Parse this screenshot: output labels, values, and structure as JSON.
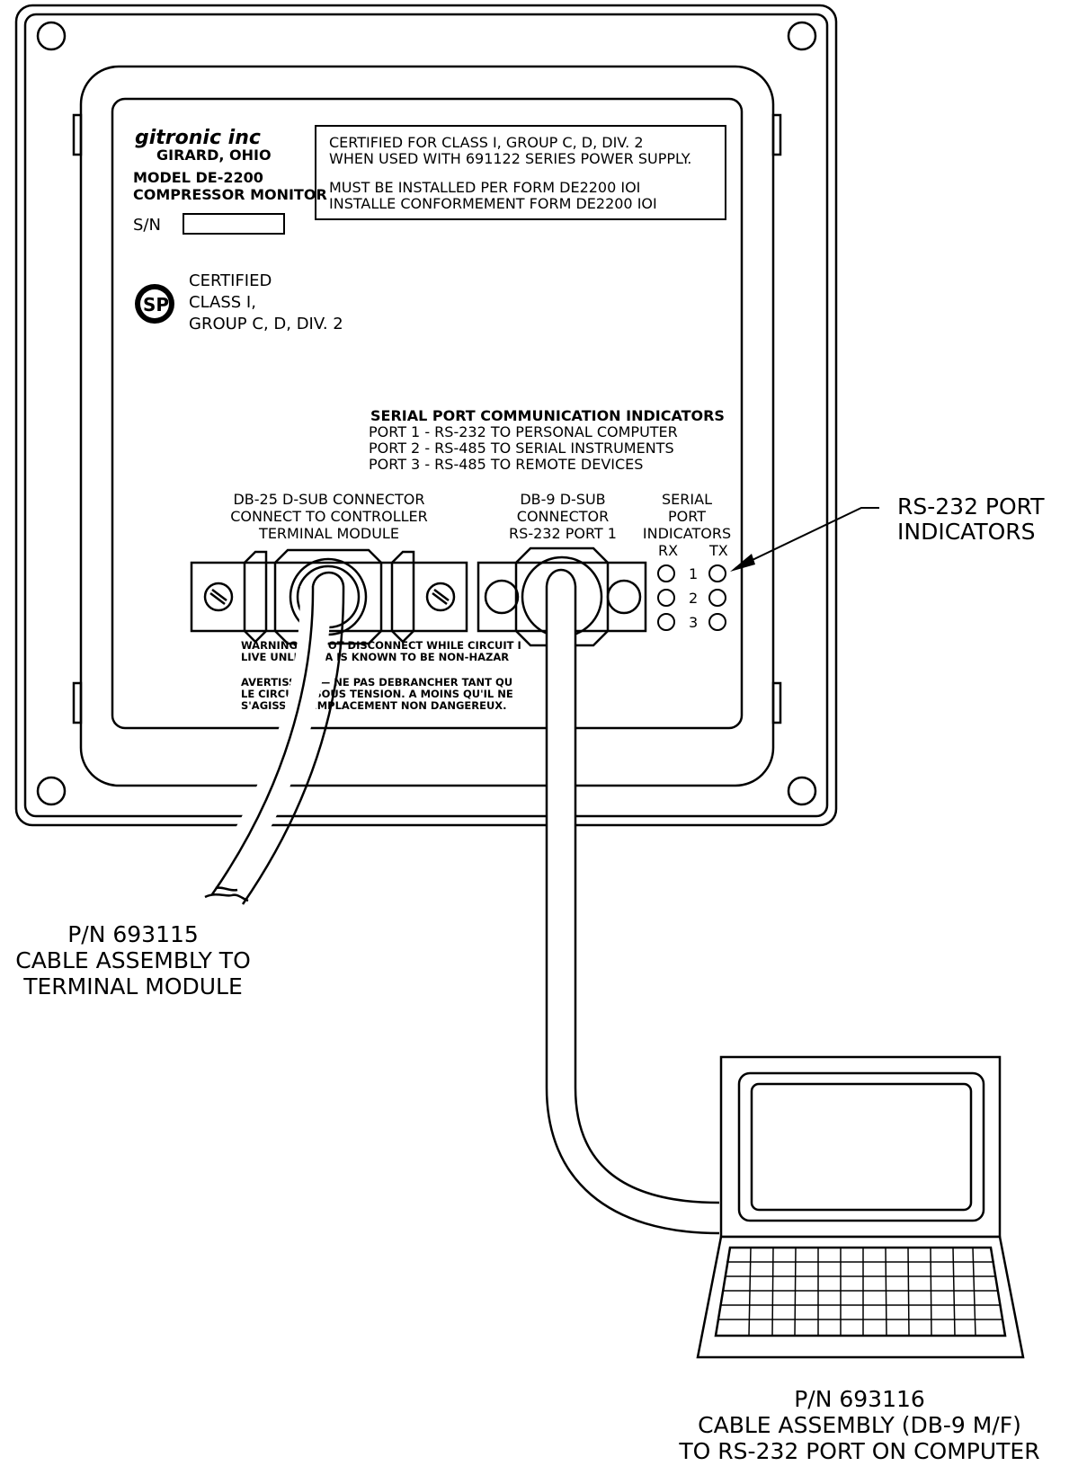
{
  "brand": {
    "logo": "gitronic inc",
    "location": "GIRARD, OHIO",
    "model": "MODEL DE-2200",
    "product": "COMPRESSOR MONITOR",
    "serial_label": "S/N"
  },
  "cert_box": {
    "line1": "CERTIFIED FOR CLASS I, GROUP C, D, DIV. 2",
    "line2": "WHEN USED WITH 691122 SERIES POWER SUPPLY.",
    "line3": "MUST BE INSTALLED PER FORM DE2200 IOI",
    "line4": "INSTALLE CONFORMEMENT FORM DE2200 IOI"
  },
  "csa": {
    "logo": "SP",
    "line1": "CERTIFIED",
    "line2": "CLASS I,",
    "line3": "GROUP C, D, DIV. 2"
  },
  "serial_indicators_note": {
    "title": "SERIAL PORT COMMUNICATION INDICATORS",
    "port1": "PORT 1 - RS-232 TO PERSONAL COMPUTER",
    "port2": "PORT 2 - RS-485 TO SERIAL INSTRUMENTS",
    "port3": "PORT 3 - RS-485 TO REMOTE DEVICES"
  },
  "db25_label": {
    "line1": "DB-25 D-SUB CONNECTOR",
    "line2": "CONNECT TO CONTROLLER",
    "line3": "TERMINAL MODULE"
  },
  "db9_label": {
    "line1": "DB-9 D-SUB",
    "line2": "CONNECTOR",
    "line3": "RS-232 PORT 1"
  },
  "port_indicators": {
    "line1": "SERIAL",
    "line2": "PORT",
    "line3": "INDICATORS",
    "rx": "RX",
    "tx": "TX",
    "rows": [
      "1",
      "2",
      "3"
    ]
  },
  "warning": {
    "line1": "WARNING — [ ]OT DISCONNECT WHILE CIRCUIT I",
    "line2": "LIVE UNLES[ ] A IS KNOWN TO BE NON-HAZAR",
    "line3": "AVERTISSE[ ] — NE PAS DEBRANCHER TANT QU",
    "line4": "LE CIRCUI[ ] SOUS TENSION. A MOINS QU'IL NE",
    "line5": "S'AGISSE [ ]EMPLACEMENT NON DANGEREUX."
  },
  "rs232_callout": {
    "line1": "RS-232 PORT",
    "line2": "INDICATORS"
  },
  "cable_terminal": {
    "line1": "P/N 693115",
    "line2": "CABLE ASSEMBLY TO",
    "line3": "TERMINAL MODULE"
  },
  "cable_computer": {
    "line1": "P/N 693116",
    "line2": "CABLE ASSEMBLY (DB-9 M/F)",
    "line3": "TO RS-232 PORT ON COMPUTER"
  }
}
